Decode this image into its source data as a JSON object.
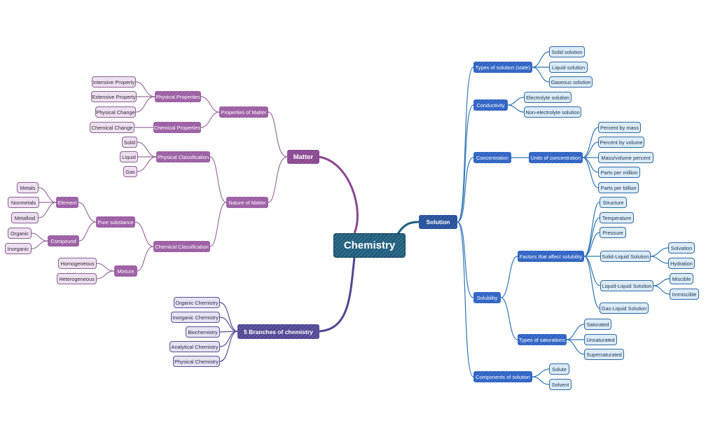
{
  "root": "Chemistry",
  "matter": {
    "label": "Matter",
    "properties": "Properties of Matter",
    "physical_properties": "Physical Properties",
    "intensive": "Intensive Property",
    "extensive": "Extensive Property",
    "physical_change": "Physical Change",
    "chemical_properties": "Chemical Properties",
    "chemical_change": "Chemical Change",
    "nature": "Nature of Matter",
    "physical_classification": "Physical Classification",
    "solid": "Solid",
    "liquid": "Liquid",
    "gas": "Gas",
    "chemical_classification": "Chemical Classification",
    "pure_substance": "Pure substance",
    "element": "Element",
    "metals": "Metals",
    "nonmetals": "Nonmetals",
    "metalloid": "Metalloid",
    "compound": "Compound",
    "organic": "Organic",
    "inorganic": "Inorganic",
    "mixture": "Mixture",
    "homogeneous": "Homogeneous",
    "heterogeneous": "Heterogeneous"
  },
  "branches": {
    "label": "5 Branches of chemistry",
    "items": [
      "Organic Chemistry",
      "Inorganic Chemistry",
      "Biochemistry",
      "Analytical Chemistry",
      "Physical Chemistry"
    ]
  },
  "solution": {
    "label": "Solution",
    "types": "Types of solution (state)",
    "solid_solution": "Solid solution",
    "liquid_solution": "Liquid solution",
    "gaseous_solution": "Gaseous solution",
    "conductivity": "Conductivity",
    "electrolyte": "Electrolyte solution",
    "non_electrolyte": "Non-electrolyte solution",
    "concentration": "Concentration",
    "units": "Units of concentration",
    "percent_mass": "Percent by mass",
    "percent_volume": "Percent by volume",
    "mass_volume": "Mass/volume percent",
    "ppm": "Parts per million",
    "ppb": "Parts per billion",
    "solubility": "Solubility",
    "factors": "Factors that affect solubility",
    "structure": "Structure",
    "temperature": "Temperature",
    "pressure": "Pressure",
    "solid_liquid": "Solid-Liquid Solution",
    "solvation": "Solvation",
    "hydration": "Hydration",
    "liquid_liquid": "Liquid-Liquid Solution",
    "miscible": "Miscible",
    "immiscible": "Immiscible",
    "gas_liquid": "Gas-Liquid Solution",
    "saturations": "Types of saturations",
    "saturated": "Saturated",
    "unsaturated": "Unsaturated",
    "supersaturated": "Supersaturated",
    "components": "Components of solution",
    "solute": "Solute",
    "solvent": "Solvent"
  },
  "colors": {
    "matter": "#8a4691",
    "branches": "#4f4794",
    "solution": "#24509b",
    "root": "#1e5d7c",
    "matter_line": "#9c6ea2",
    "solution_line": "#2f76b3"
  }
}
